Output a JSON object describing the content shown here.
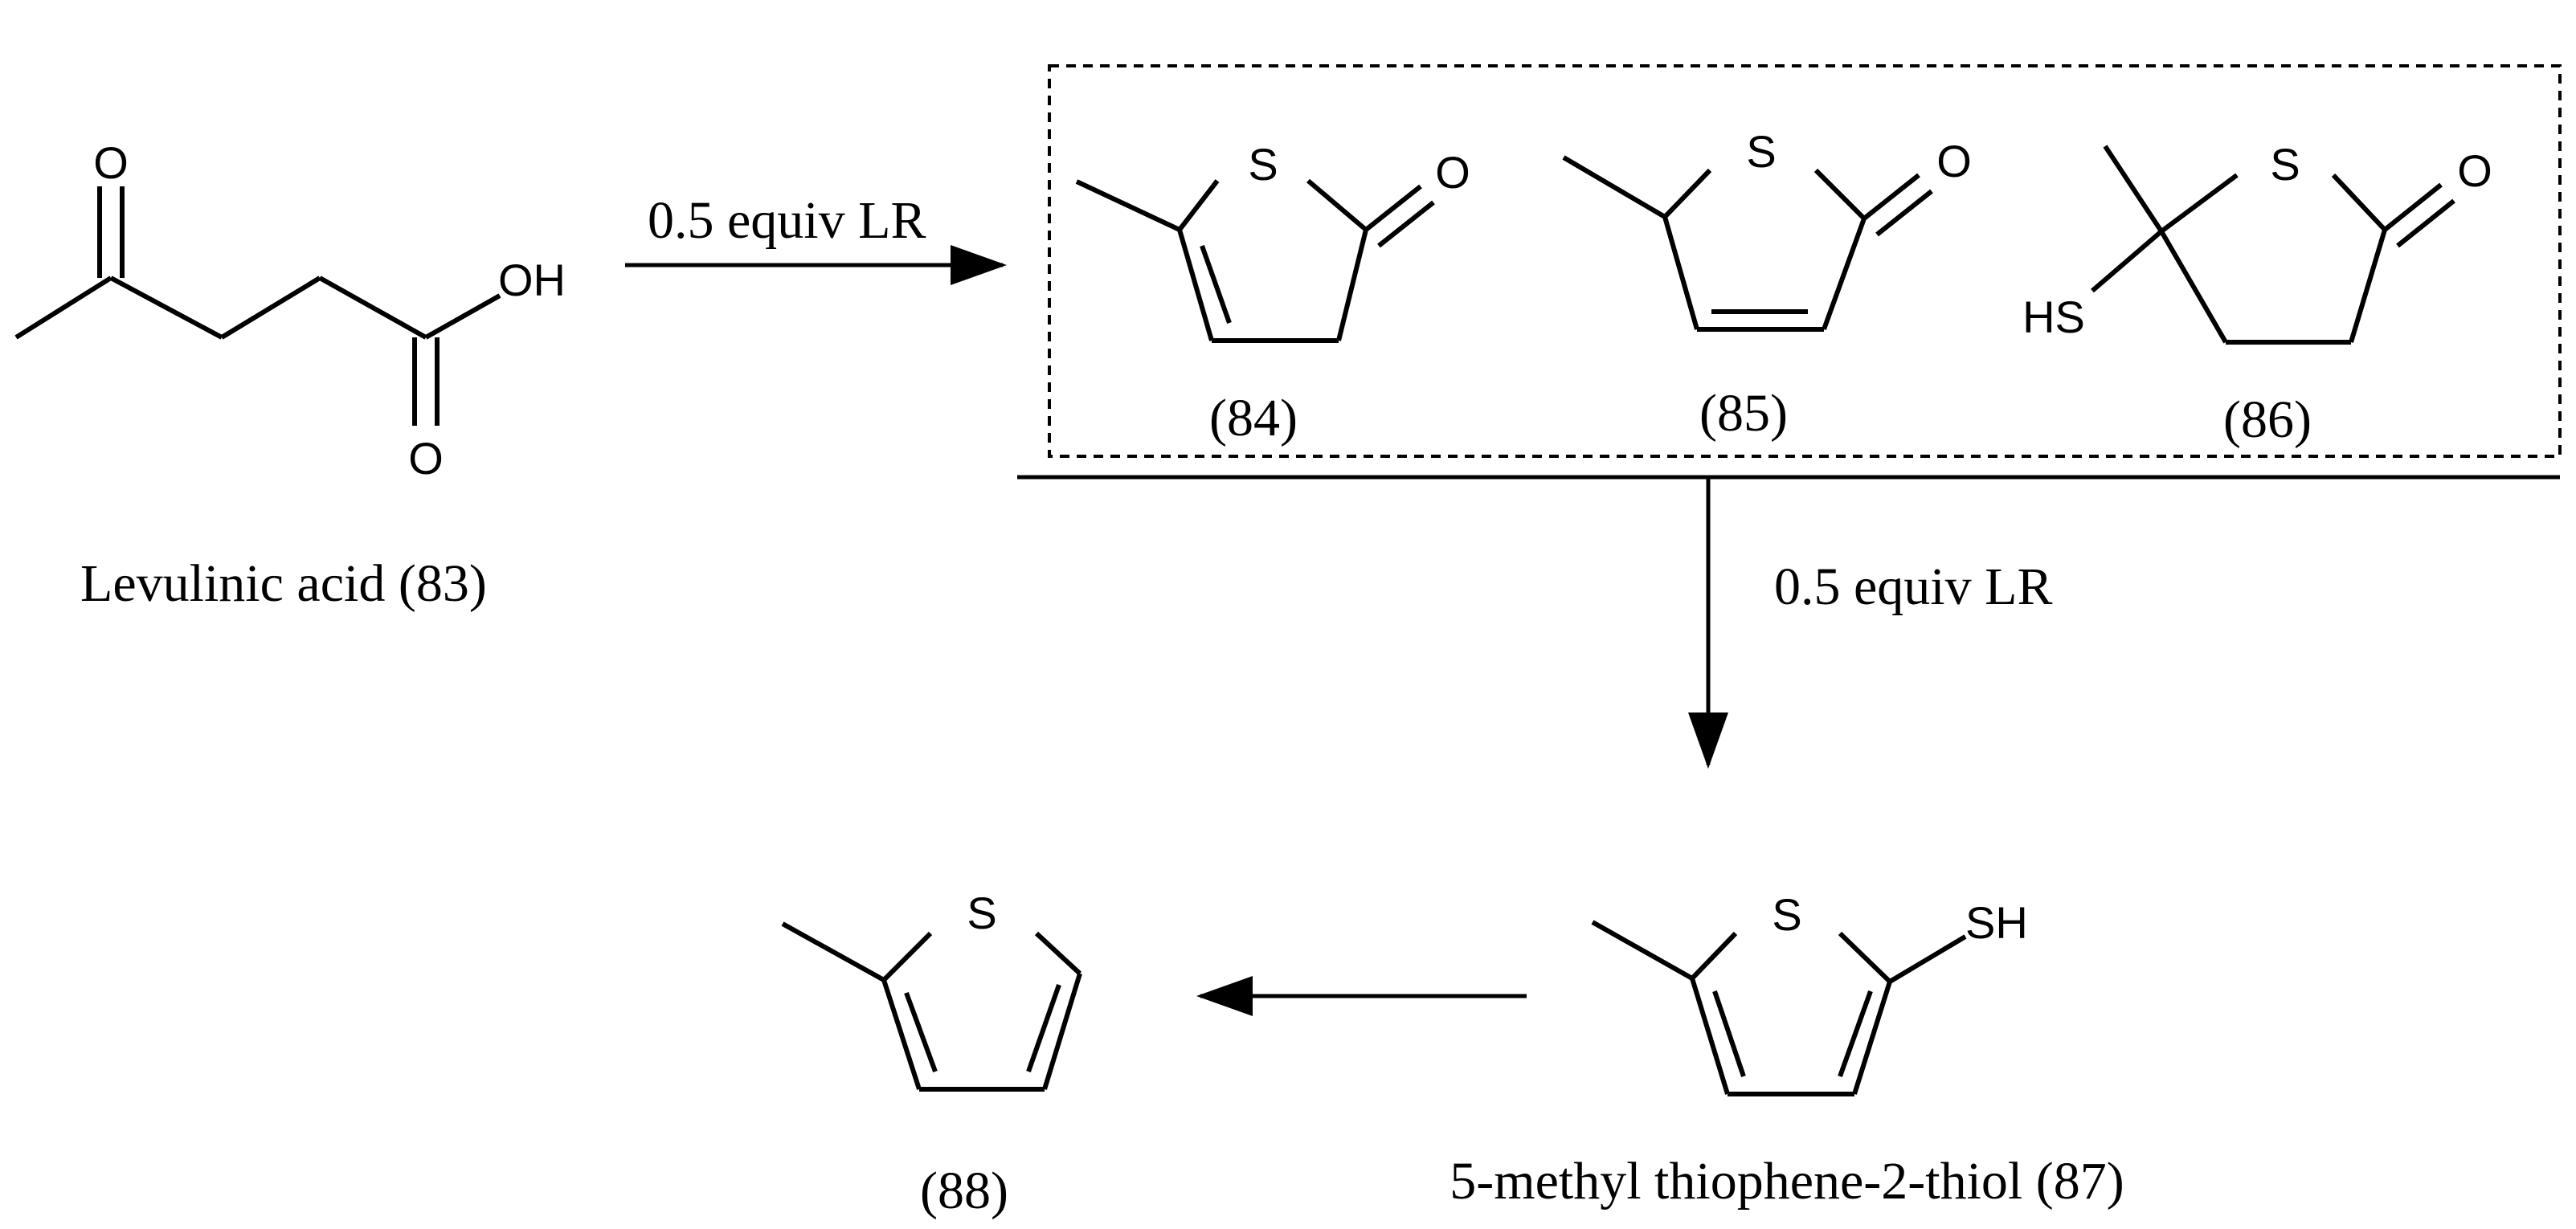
{
  "scheme": {
    "compound_83": {
      "name": "Levulinic acid (83)",
      "atoms": {
        "o_keto": "O",
        "oh": "OH",
        "o_acid": "O"
      }
    },
    "step_1": {
      "reagent": "0.5 equiv LR"
    },
    "intermediates": [
      {
        "label": "(84)",
        "atoms": {
          "s": "S",
          "o": "O"
        }
      },
      {
        "label": "(85)",
        "atoms": {
          "s": "S",
          "o": "O"
        }
      },
      {
        "label": "(86)",
        "atoms": {
          "s": "S",
          "o": "O",
          "sh": "HS"
        }
      }
    ],
    "step_2": {
      "reagent": "0.5 equiv LR"
    },
    "compound_87": {
      "name": "5-methyl thiophene-2-thiol (87)",
      "atoms": {
        "s": "S",
        "sh": "SH"
      }
    },
    "compound_88": {
      "label": "(88)",
      "atoms": {
        "s": "S"
      }
    },
    "colors": {
      "ink": "#000000",
      "background": "#ffffff"
    }
  }
}
